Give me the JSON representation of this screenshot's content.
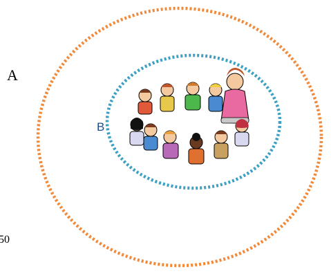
{
  "labels": {
    "outer": "A",
    "inner": "B",
    "cropped_number": "50"
  },
  "colors": {
    "outer_ring": "#f08a3a",
    "inner_ring": "#3aa0c4",
    "text_a": "#000000",
    "text_b": "#1b4f8c"
  },
  "illustration": {
    "icon": "children-sitting-in-circle-with-teacher-icon"
  }
}
